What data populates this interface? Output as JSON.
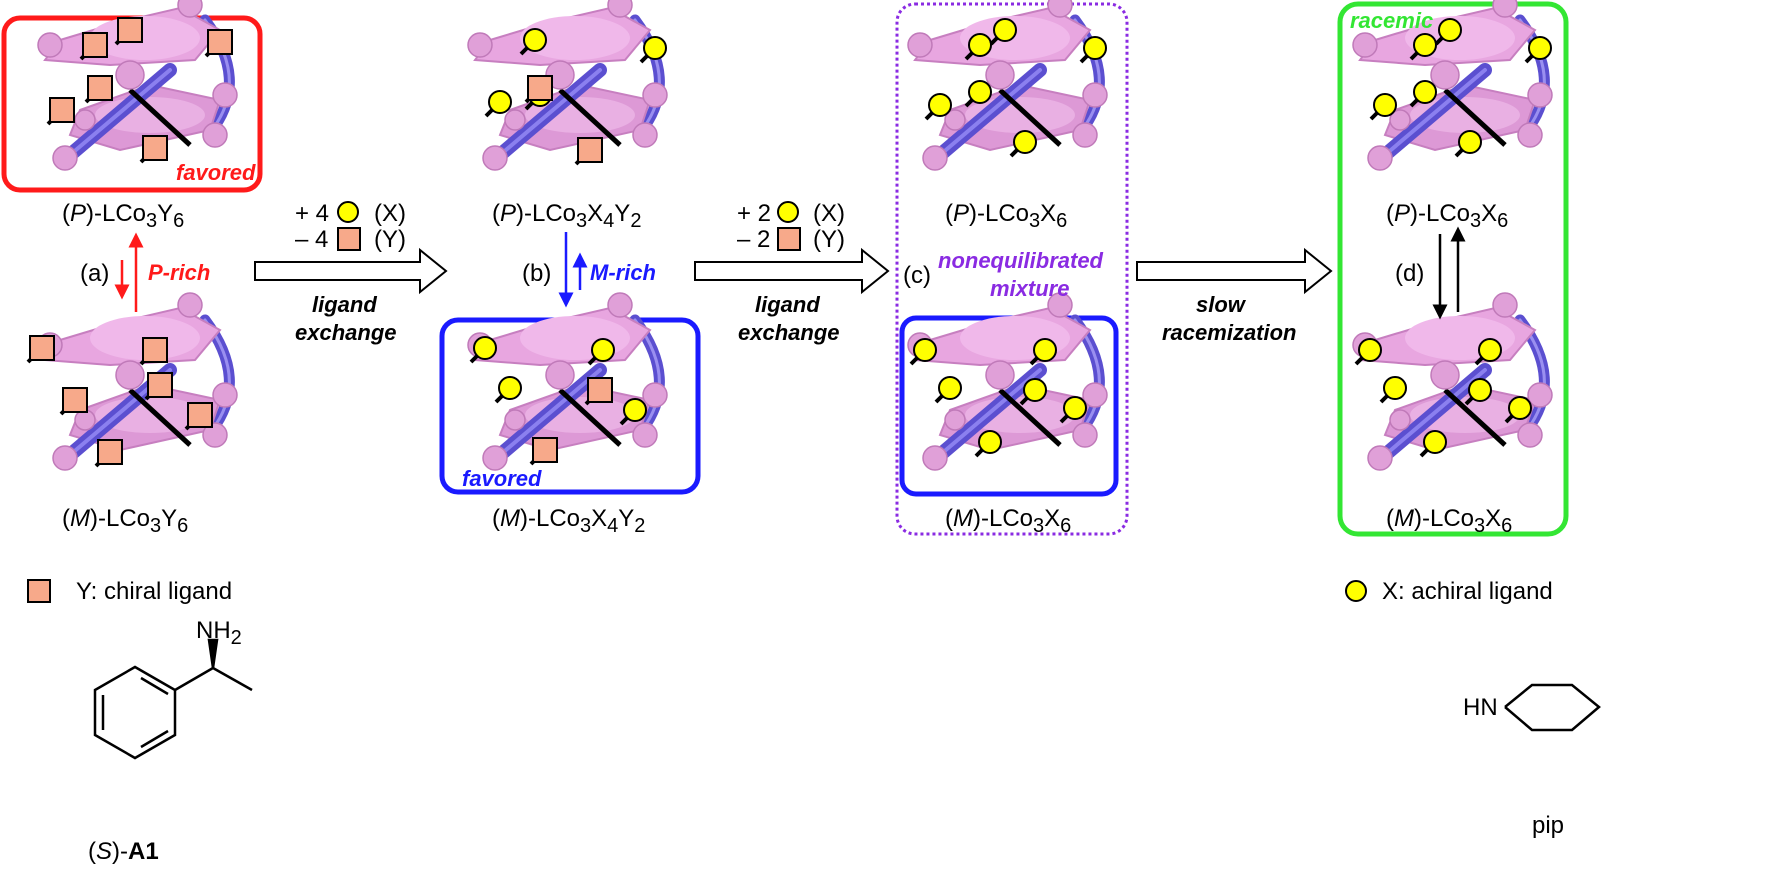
{
  "colors": {
    "red": "#ff1a1a",
    "blue": "#1a1aff",
    "purple": "#8a2be2",
    "green": "#33e633",
    "pink": "#e8a6e0",
    "pink_dark": "#c77fc0",
    "violet_rod": "#6a5acd",
    "square": "#f7a98a",
    "circle": "#ffff00"
  },
  "stages": {
    "a": {
      "tag": "(a)",
      "top_label": {
        "pre": "(",
        "it": "P",
        "post": ")-LCo",
        "s1": "3",
        "x": "Y",
        "s2": "6"
      },
      "bottom_label": {
        "pre": "(",
        "it": "M",
        "post": ")-LCo",
        "s1": "3",
        "x": "Y",
        "s2": "6"
      },
      "favored": "favored",
      "rich": "P-rich"
    },
    "b": {
      "tag": "(b)",
      "top_label": {
        "pre": "(",
        "it": "P",
        "post": ")-LCo",
        "s1": "3",
        "x": "X",
        "s2": "4",
        "y": "Y",
        "s3": "2"
      },
      "bottom_label": {
        "pre": "(",
        "it": "M",
        "post": ")-LCo",
        "s1": "3",
        "x": "X",
        "s2": "4",
        "y": "Y",
        "s3": "2"
      },
      "favored": "favored",
      "rich": "M-rich"
    },
    "c": {
      "tag": "(c)",
      "top_label": {
        "pre": "(",
        "it": "P",
        "post": ")-LCo",
        "s1": "3",
        "x": "X",
        "s2": "6"
      },
      "bottom_label": {
        "pre": "(",
        "it": "M",
        "post": ")-LCo",
        "s1": "3",
        "x": "X",
        "s2": "6"
      },
      "mixture_line1": "nonequilibrated",
      "mixture_line2": "mixture"
    },
    "d": {
      "tag": "(d)",
      "top_label": {
        "pre": "(",
        "it": "P",
        "post": ")-LCo",
        "s1": "3",
        "x": "X",
        "s2": "6"
      },
      "bottom_label": {
        "pre": "(",
        "it": "M",
        "post": ")-LCo",
        "s1": "3",
        "x": "X",
        "s2": "6"
      },
      "racemic": "racemic"
    }
  },
  "arrows": {
    "ex1": {
      "plus": "+ 4",
      "minus": "– 4",
      "x": "(X)",
      "y": "(Y)",
      "line1": "ligand",
      "line2": "exchange"
    },
    "ex2": {
      "plus": "+ 2",
      "minus": "– 2",
      "x": "(X)",
      "y": "(Y)",
      "line1": "ligand",
      "line2": "exchange"
    },
    "rac": {
      "line1": "slow",
      "line2": "racemization"
    }
  },
  "legend": {
    "y_text": "Y: chiral ligand",
    "x_text": "X: achiral ligand",
    "a1": {
      "pre": "(",
      "it": "S",
      "post": ")-",
      "bold": "A1"
    },
    "nh2": "NH",
    "nh2_sub": "2",
    "hn": "HN",
    "pip": "pip"
  }
}
